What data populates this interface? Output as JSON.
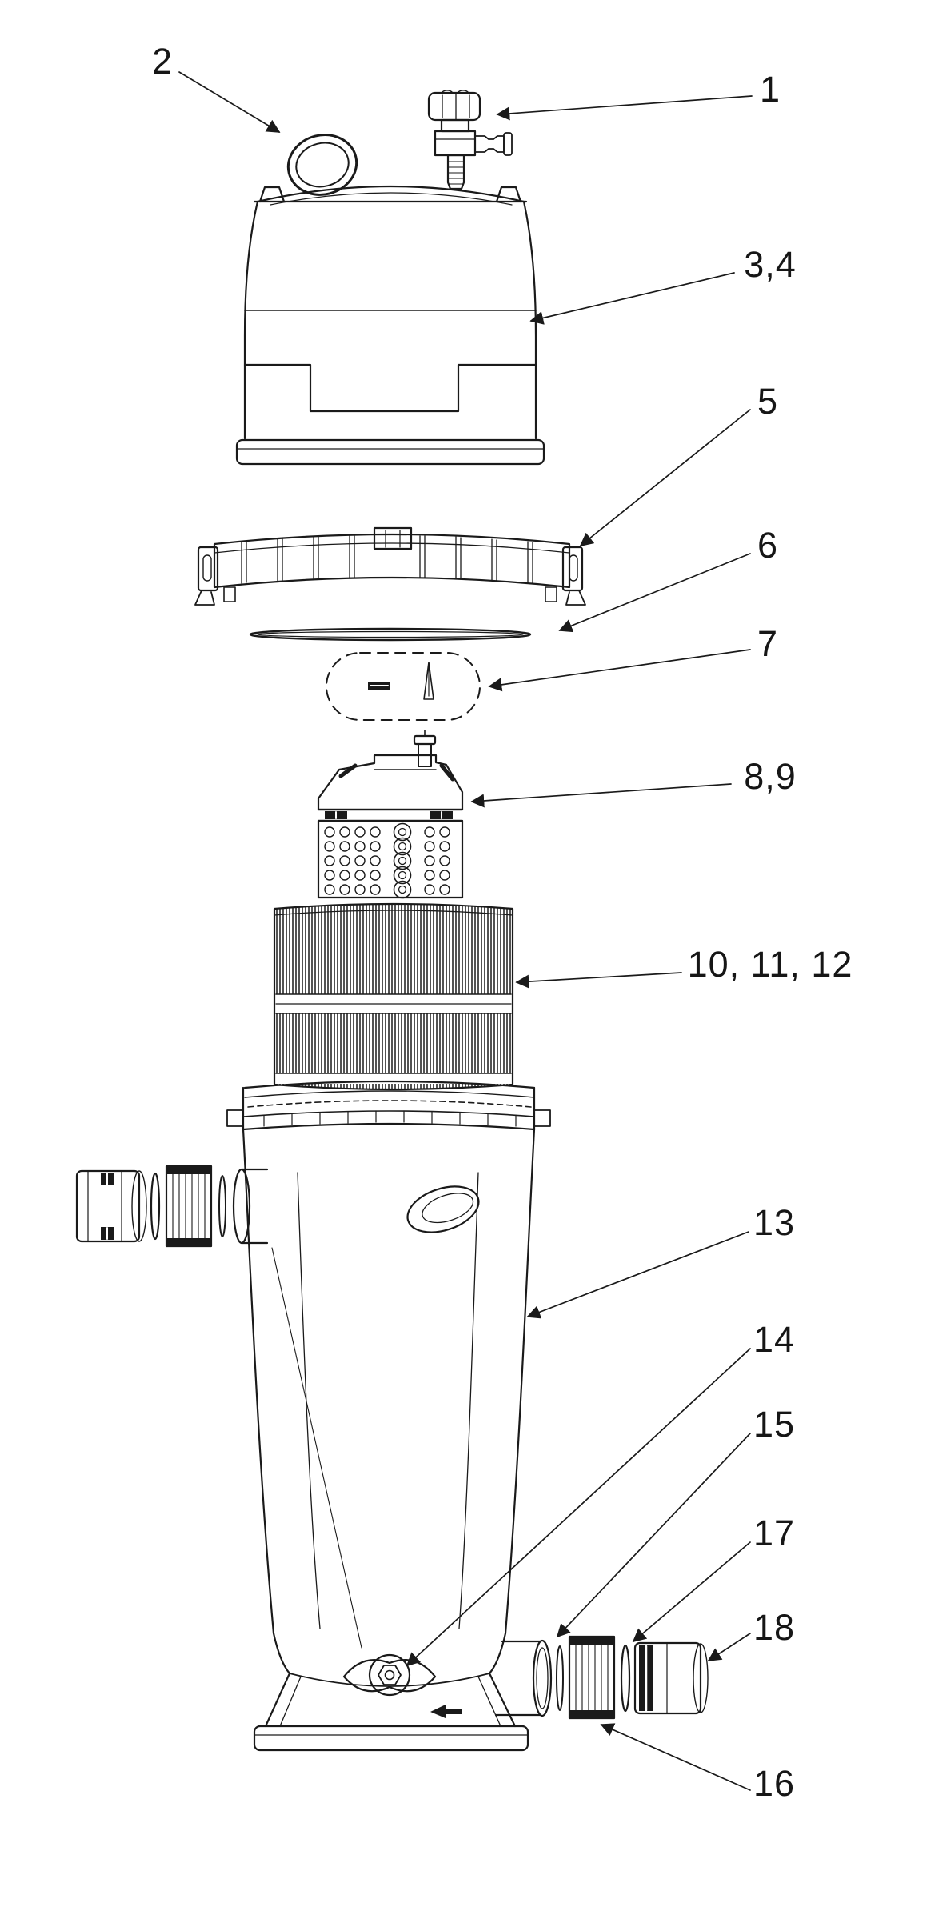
{
  "diagram": {
    "type": "exploded-parts-diagram",
    "subject": "cartridge filter assembly",
    "background": "#ffffff",
    "line_color": "#1a1a1a",
    "label_color": "#161616",
    "callouts": [
      {
        "part": "2",
        "label": "2",
        "target": "lid-oring"
      },
      {
        "part": "1",
        "label": "1",
        "target": "air-relief-valve"
      },
      {
        "part": "3,4",
        "label": "3,4",
        "target": "filter-lid"
      },
      {
        "part": "5",
        "label": "5",
        "target": "clamp-ring"
      },
      {
        "part": "6",
        "label": "6",
        "target": "lid-gasket"
      },
      {
        "part": "7",
        "label": "7",
        "target": "detail-inset"
      },
      {
        "part": "8,9",
        "label": "8,9",
        "target": "air-bleed-manifold"
      },
      {
        "part": "10,11,12",
        "label": "10, 11, 12",
        "target": "filter-cartridge"
      },
      {
        "part": "13",
        "label": "13",
        "target": "tank-body"
      },
      {
        "part": "14",
        "label": "14",
        "target": "drain-cap"
      },
      {
        "part": "15",
        "label": "15",
        "target": "outlet-gasket"
      },
      {
        "part": "17",
        "label": "17",
        "target": "outlet-oring"
      },
      {
        "part": "18",
        "label": "18",
        "target": "outlet-adapter"
      },
      {
        "part": "16",
        "label": "16",
        "target": "outlet-nut"
      }
    ]
  }
}
